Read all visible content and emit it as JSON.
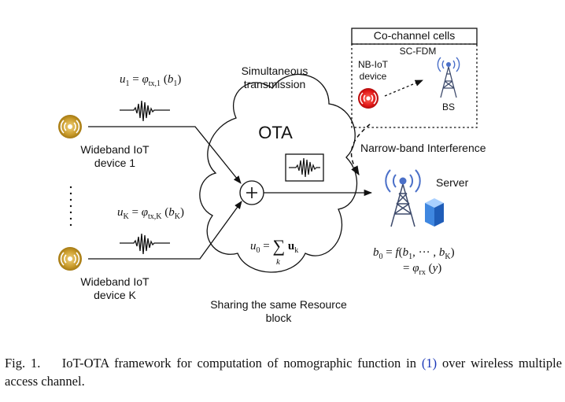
{
  "devices": [
    {
      "label_line1": "Wideband IoT",
      "label_line2": "device 1",
      "formula": "u₁ = φtx,1 (b₁)"
    },
    {
      "label_line1": "Wideband IoT",
      "label_line2": "device K",
      "formula": "uK = φtx,K (bK)"
    }
  ],
  "simultaneous_label": [
    "Simultaneous",
    "transmission"
  ],
  "ota_label": "OTA",
  "sum_formula": "u₀ = Σk uk",
  "sharing_label": [
    "Sharing the same Resource",
    "block"
  ],
  "cochannel": {
    "title": "Co-channel cells",
    "scheme": "SC-FDM",
    "nbiot_label": [
      "NB-IoT",
      "device"
    ],
    "bs_label": "BS"
  },
  "interference_label": "Narrow-band Interference",
  "server_label": "Server",
  "output_formula": [
    "b₀ = f(b₁, ··· , bK)",
    "= φrx (y)"
  ],
  "caption": {
    "prefix": "Fig. 1.",
    "text": "IoT-OTA framework for computation of nomographic function in",
    "ref": "(1)",
    "text2": "over wireless multiple access channel."
  },
  "colors": {
    "device_gold": "#c89a2a",
    "nbiot_red": "#e01515",
    "tower_blue": "#4a6fc8",
    "server_blue": "#3f87e0"
  }
}
